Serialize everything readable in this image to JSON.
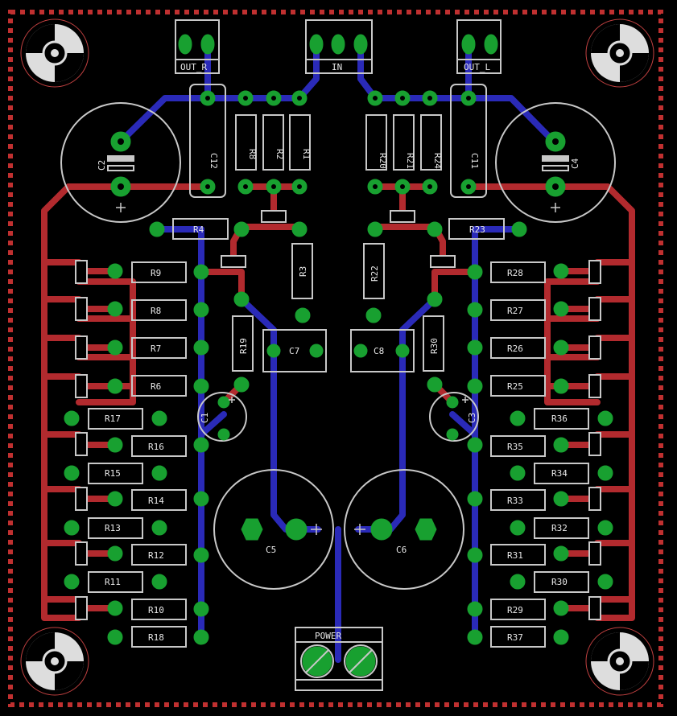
{
  "board": {
    "title": "",
    "colors": {
      "background": "#000000",
      "top_copper": "#b22a2e",
      "bottom_copper": "#2a2ab8",
      "pad": "#18a030",
      "silkscreen": "#c8c8c8",
      "outline": "#c03030"
    }
  },
  "connectors": {
    "out_r": "OUT_R",
    "in": "IN",
    "out_l": "OUT_L",
    "power": "POWER"
  },
  "labels": {
    "c12": "C12",
    "c11": "C11",
    "r8": "R8",
    "r2": "R2",
    "r1": "R1",
    "r20": "R20",
    "r21": "R21",
    "r24": "R24",
    "c2": "C2",
    "c4": "C4",
    "r4": "R4",
    "r23": "R23",
    "r3": "R3",
    "r22": "R22",
    "r19": "R19",
    "r30v": "R30",
    "c7": "C7",
    "c8": "C8",
    "c1": "C1",
    "c3": "C3",
    "c5": "C5",
    "c6": "C6",
    "left_resistors": [
      "R9",
      "R8",
      "R7",
      "R6",
      "R16",
      "R14",
      "R12",
      "R10",
      "R18"
    ],
    "left_inner_resistors": [
      "R17",
      "R15",
      "R13",
      "R11"
    ],
    "right_resistors": [
      "R28",
      "R27",
      "R26",
      "R25",
      "R35",
      "R33",
      "R31",
      "R29",
      "R37"
    ],
    "right_inner_resistors": [
      "R36",
      "R34",
      "R32",
      "R30"
    ]
  }
}
